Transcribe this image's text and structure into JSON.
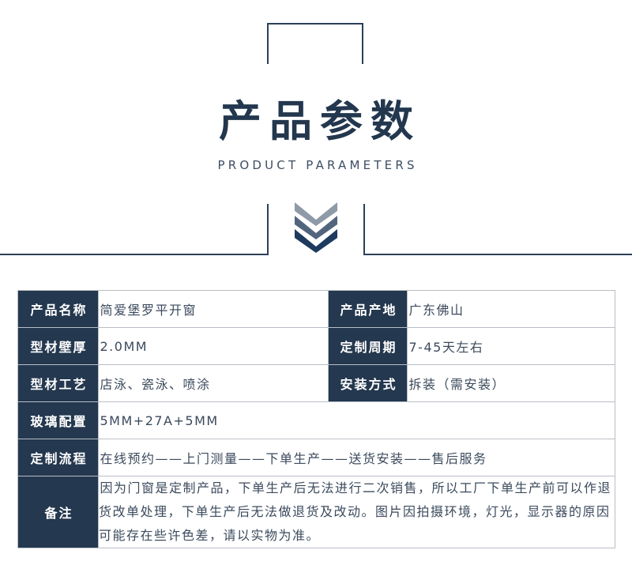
{
  "banner": {
    "title_cn": "产品参数",
    "title_en": "PRODUCT PARAMETERS",
    "accent_color": "#2b4059",
    "chevron_colors": [
      "#8e9aa8",
      "#52657d",
      "#1e3a5f"
    ]
  },
  "table": {
    "key_bg_color": "#24384f",
    "key_text_color": "#ffffff",
    "value_text_color": "#3b4a5c",
    "border_color": "#b9bec5",
    "rows": [
      {
        "left_key": "产品名称",
        "left_value": "简爱堡罗平开窗",
        "right_key": "产品产地",
        "right_value": "广东佛山"
      },
      {
        "left_key": "型材壁厚",
        "left_value": "2.0MM",
        "right_key": "定制周期",
        "right_value": "7-45天左右"
      },
      {
        "left_key": "型材工艺",
        "left_value": "店泳、瓷泳、喷涂",
        "right_key": "安装方式",
        "right_value": "拆装（需安装）"
      }
    ],
    "full_rows": [
      {
        "key": "玻璃配置",
        "value": "5MM+27A+5MM"
      },
      {
        "key": "定制流程",
        "value": "在线预约——上门测量——下单生产——送货安装——售后服务"
      },
      {
        "key": "备注",
        "value": "因为门窗是定制产品，下单生产后无法进行二次销售，所以工厂下单生产前可以作退货改单处理，下单生产后无法做退货及改动。图片因拍摄环境，灯光，显示器的原因可能存在些许色差，请以实物为准。"
      }
    ]
  }
}
